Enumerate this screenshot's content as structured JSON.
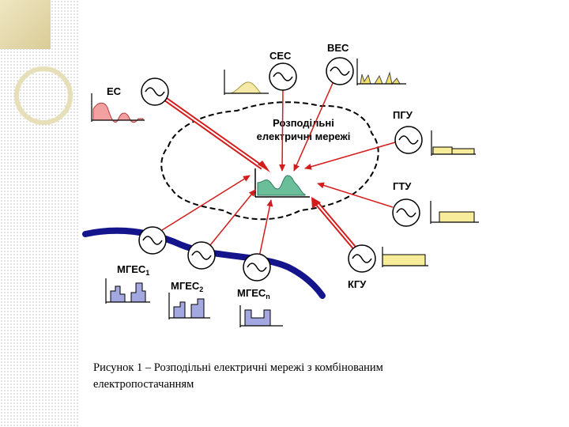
{
  "diagram": {
    "network_label_line1": "Розподільні",
    "network_label_line2": "електричні мережі",
    "sources": {
      "es": "ЕС",
      "ses": "СЕС",
      "ves": "ВЕС",
      "pgu": "ПГУ",
      "gtu": "ГТУ",
      "kgu": "КГУ",
      "mges1": "МГЕС",
      "mges1_sub": "1",
      "mges2": "МГЕС",
      "mges2_sub": "2",
      "mgesn": "МГЕС",
      "mgesn_sub": "n"
    },
    "colors": {
      "arrow": "#d41c1c",
      "river": "#14148c",
      "es_profile": "#f2a0a0",
      "ses_profile": "#f5e9a8",
      "ves_profile": "#f2e06a",
      "gen_profile": "#f7ec9a",
      "mges_profile": "#a4a8e0",
      "load_profile": "#6abf9a"
    }
  },
  "caption": {
    "line1": "Рисунок 1 – Розподільні електричні мережі з комбінованим",
    "line2": "електропостачанням"
  }
}
